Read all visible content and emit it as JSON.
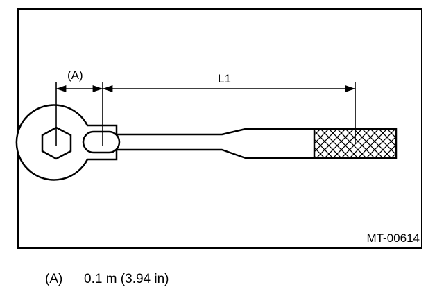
{
  "diagram": {
    "dimension_a_label": "(A)",
    "dimension_l1_label": "L1",
    "figure_code": "MT-00614"
  },
  "legend": {
    "key": "(A)",
    "value": "0.1 m (3.94 in)"
  }
}
